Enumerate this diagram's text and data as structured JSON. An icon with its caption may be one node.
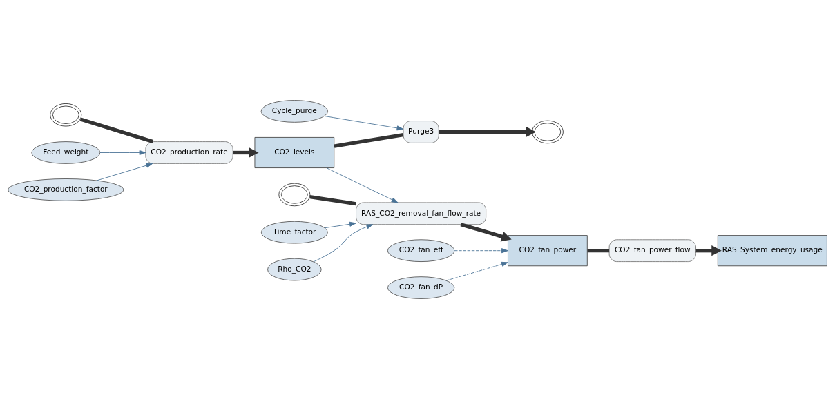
{
  "diagram": {
    "nodes": [
      {
        "text": [],
        "shape": "cloud"
      },
      {
        "text": [
          "CO2_production_rate"
        ]
      },
      {
        "text": [
          "CO2_levels"
        ]
      },
      {
        "text": [
          "Purge3"
        ]
      },
      {
        "text": [],
        "shape": "cloud"
      },
      {
        "text": [],
        "shape": "cloud"
      },
      {
        "text": [
          "RAS_CO2_removal_fan_flow_rate"
        ]
      },
      {
        "text": [
          "CO2_fan_power"
        ]
      },
      {
        "text": [
          "CO2_fan_power_flow"
        ]
      },
      {
        "text": [
          "RAS_System_energy_usage"
        ]
      },
      {
        "text": [
          "Feed_weight"
        ]
      },
      {
        "text": [
          "CO2_production_factor"
        ]
      },
      {
        "text": [
          "Cycle_purge"
        ]
      },
      {
        "text": [
          "Time_factor"
        ]
      },
      {
        "text": [
          "Rho_CO2"
        ]
      },
      {
        "text": [
          "CO2_fan_eff"
        ]
      },
      {
        "text": [
          "CO2_fan_dP"
        ]
      }
    ],
    "edges": [
      {
        "from": 0,
        "to": 1,
        "arrow": "none",
        "style": "thick",
        "color": "#333333"
      },
      {
        "from": 1,
        "to": 2,
        "arrow": "to",
        "style": "thick",
        "color": "#333333"
      },
      {
        "from": 2,
        "to": 3,
        "arrow": "none",
        "style": "thick",
        "color": "#333333"
      },
      {
        "from": 3,
        "to": 4,
        "arrow": "to",
        "style": "thick",
        "color": "#333333"
      },
      {
        "from": 5,
        "to": 6,
        "arrow": "none",
        "style": "thick",
        "color": "#333333"
      },
      {
        "from": 6,
        "to": 7,
        "arrow": "to",
        "style": "thick",
        "color": "#333333"
      },
      {
        "from": 7,
        "to": 8,
        "arrow": "none",
        "style": "thick",
        "color": "#333333"
      },
      {
        "from": 8,
        "to": 9,
        "arrow": "to",
        "style": "thick",
        "color": "#333333"
      },
      {
        "from": 10,
        "to": 1,
        "arrow": "to",
        "color": "#4a7396"
      },
      {
        "from": 11,
        "to": 1,
        "arrow": "to",
        "color": "#4a7396"
      },
      {
        "from": 12,
        "to": 3,
        "arrow": "to",
        "color": "#4a7396"
      },
      {
        "from": 13,
        "to": 6,
        "arrow": "to",
        "color": "#4a7396"
      },
      {
        "from": 14,
        "to": 6,
        "arrow": "to",
        "color": "#4a7396"
      },
      {
        "from": 2,
        "to": 6,
        "arrow": "to",
        "color": "#4a7396"
      },
      {
        "from": 15,
        "to": 7,
        "arrow": "to",
        "style": "dashed",
        "color": "#4a7396"
      },
      {
        "from": 16,
        "to": 7,
        "arrow": "to",
        "style": "dashed",
        "color": "#4a7396"
      }
    ]
  }
}
